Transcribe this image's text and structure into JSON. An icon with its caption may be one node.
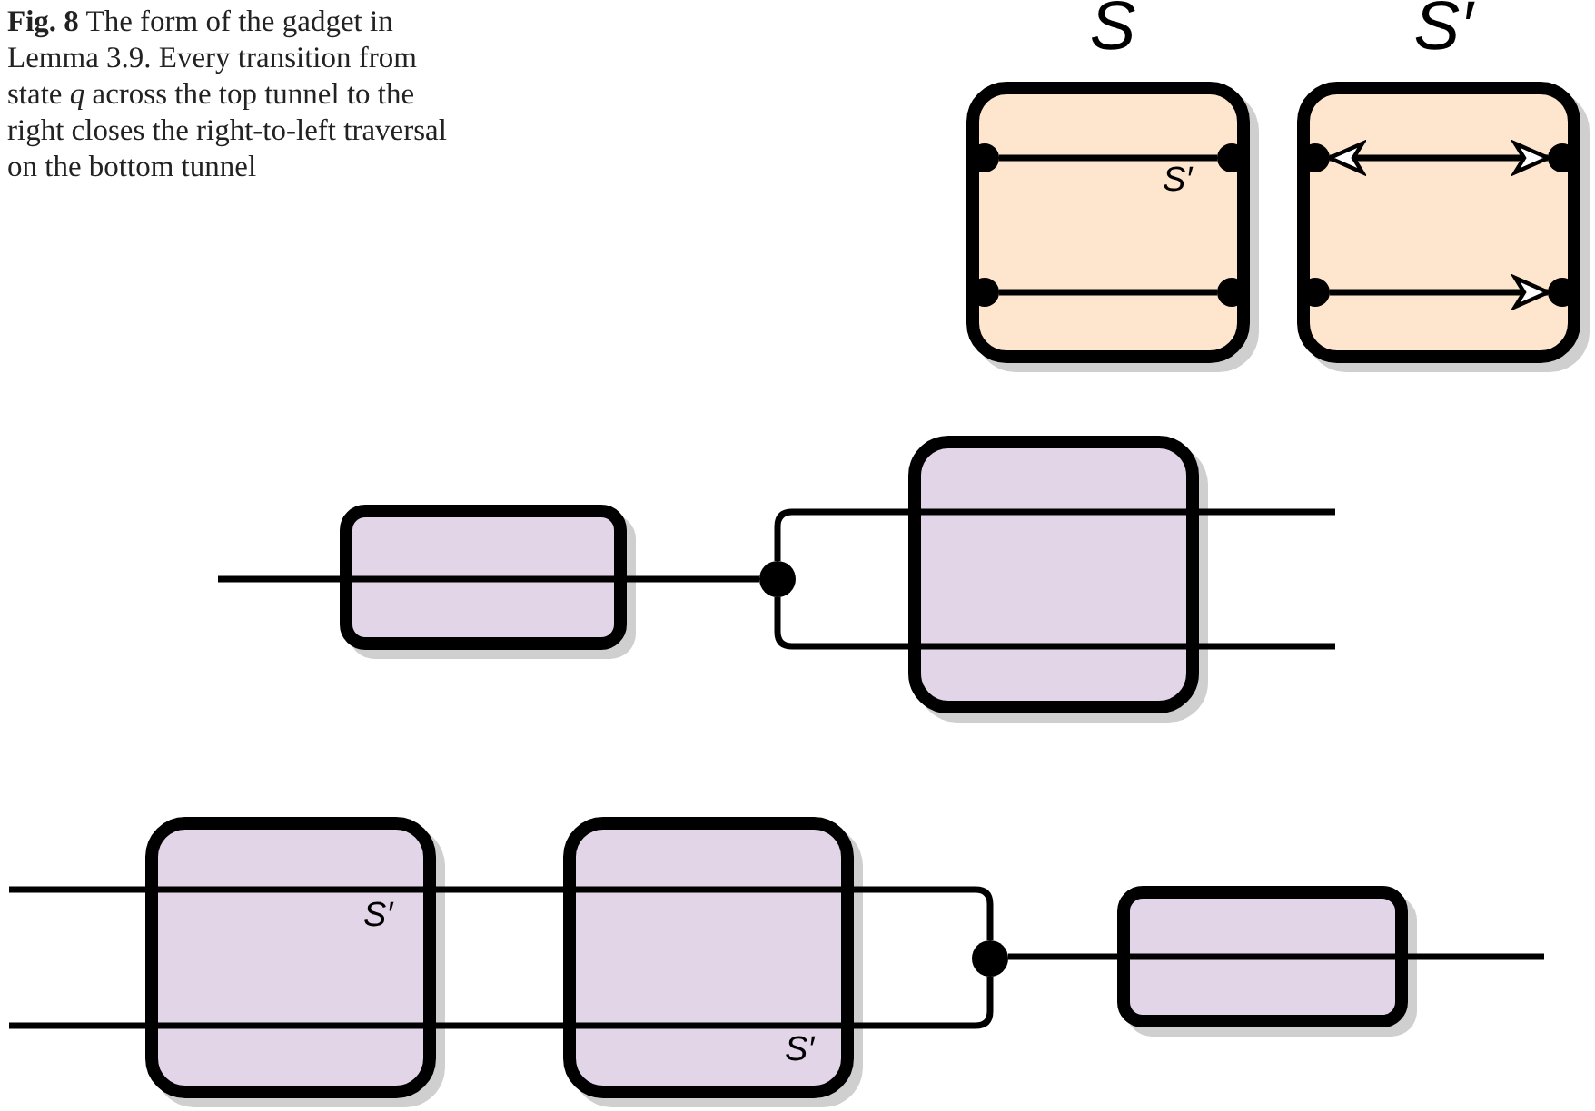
{
  "diagram": {
    "caption": "**Fig. 8** The form of the gadget in Lemma 3.9. Every transition from state *q* across the top tunnel to the right closes the right-to-left traversal on the bottom tunnel",
    "nodes": [
      {
        "text": [
          "S",
          "S′"
        ]
      },
      {
        "text": [
          "S′"
        ]
      },
      {
        "text": [],
        "shape": "circle",
        "in": 0
      },
      {
        "text": [],
        "shape": "circle",
        "in": 0
      },
      {
        "text": [],
        "shape": "circle",
        "in": 0
      },
      {
        "text": [],
        "shape": "circle",
        "in": 0
      },
      {
        "text": [],
        "shape": "circle",
        "in": 1
      },
      {
        "text": [],
        "shape": "circle",
        "in": 1
      },
      {
        "text": [],
        "shape": "circle",
        "in": 1
      },
      {
        "text": [],
        "shape": "circle",
        "in": 1
      },
      {
        "text": [],
        "shape": "box"
      },
      {
        "text": [],
        "shape": "circle"
      },
      {
        "text": [],
        "shape": "box"
      },
      {
        "text": [
          "S′"
        ]
      },
      {
        "text": [
          "S′"
        ]
      },
      {
        "text": [],
        "shape": "circle"
      },
      {
        "text": [],
        "shape": "box"
      }
    ],
    "edges": [
      {
        "from": 2,
        "to": 3,
        "arrow": "none"
      },
      {
        "from": 4,
        "to": 5,
        "arrow": "none"
      },
      {
        "from": 6,
        "to": 7,
        "arrow": "both"
      },
      {
        "from": 8,
        "to": 9,
        "arrow": "to"
      },
      {
        "from": null,
        "to": 10,
        "arrow": "none"
      },
      {
        "from": 10,
        "to": 11,
        "arrow": "none"
      },
      {
        "from": 11,
        "to": 12,
        "arrow": "none"
      },
      {
        "from": 11,
        "to": 12,
        "arrow": "none"
      },
      {
        "from": 12,
        "to": null,
        "arrow": "none"
      },
      {
        "from": 12,
        "to": null,
        "arrow": "none"
      },
      {
        "from": null,
        "to": 13,
        "arrow": "none"
      },
      {
        "from": null,
        "to": 13,
        "arrow": "none"
      },
      {
        "from": 13,
        "to": 14,
        "arrow": "none"
      },
      {
        "from": 13,
        "to": 14,
        "arrow": "none"
      },
      {
        "from": 14,
        "to": 15,
        "arrow": "none"
      },
      {
        "from": 14,
        "to": 15,
        "arrow": "none"
      },
      {
        "from": 15,
        "to": 16,
        "arrow": "none"
      },
      {
        "from": 16,
        "to": null,
        "arrow": "none"
      }
    ]
  }
}
